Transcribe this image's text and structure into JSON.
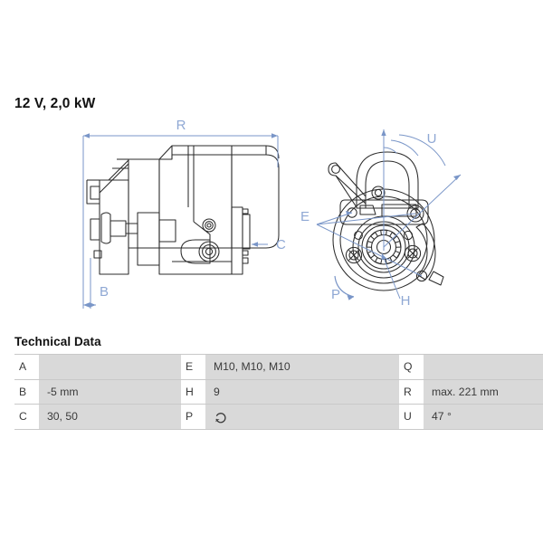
{
  "product": {
    "title": "12 V, 2,0 kW"
  },
  "drawings": {
    "side_view": {
      "name": "starter-motor-side-view",
      "callouts": [
        {
          "label": "R",
          "type": "linear-dimension",
          "position": "top"
        },
        {
          "label": "B",
          "type": "linear-dimension",
          "position": "bottom-left"
        },
        {
          "label": "C",
          "type": "leader-arrow",
          "position": "right"
        }
      ]
    },
    "end_view": {
      "name": "starter-motor-end-view",
      "callouts": [
        {
          "label": "U",
          "type": "angular-dimension",
          "position": "top-right"
        },
        {
          "label": "E",
          "type": "leader-lines",
          "position": "left"
        },
        {
          "label": "P",
          "type": "rotation-arrow",
          "position": "bottom-left"
        },
        {
          "label": "H",
          "type": "leader-line",
          "position": "bottom-center"
        }
      ]
    }
  },
  "tech_data": {
    "heading": "Technical Data",
    "rows": [
      {
        "col1_key": "A",
        "col1_value": "",
        "col2_key": "E",
        "col2_value": "M10, M10, M10",
        "col3_key": "Q",
        "col3_value": ""
      },
      {
        "col1_key": "B",
        "col1_value": "-5 mm",
        "col2_key": "H",
        "col2_value": "9",
        "col3_key": "R",
        "col3_value": "max. 221 mm"
      },
      {
        "col1_key": "C",
        "col1_value": "30, 50",
        "col2_key": "P",
        "col2_value": "",
        "col3_key": "U",
        "col3_value": "47 °"
      }
    ],
    "p_icon": "counterclockwise-rotation-icon"
  },
  "colors": {
    "dimension_line": "#7a96c8",
    "dimension_text": "#8fa8d4",
    "drawing_line": "#2b2b2b",
    "table_value_bg": "#d9d9d9",
    "table_border": "#c9c9c9",
    "text": "#3a3a3a"
  }
}
